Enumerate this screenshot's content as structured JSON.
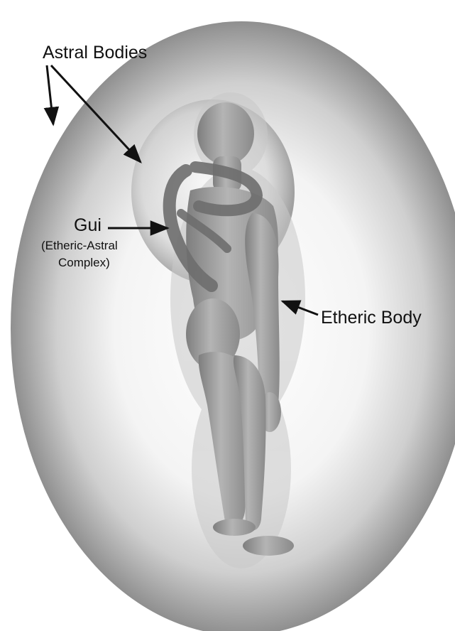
{
  "labels": {
    "astral_bodies": "Astral Bodies",
    "gui": "Gui",
    "gui_sub_line1": "(Etheric-Astral",
    "gui_sub_line2": "Complex)",
    "etheric_body": "Etheric Body"
  },
  "colors": {
    "egg_edge": "#8c8c8c",
    "egg_core": "#ffffff",
    "figure": "#a3a3a3",
    "arrow": "#111111",
    "text": "#111111"
  }
}
